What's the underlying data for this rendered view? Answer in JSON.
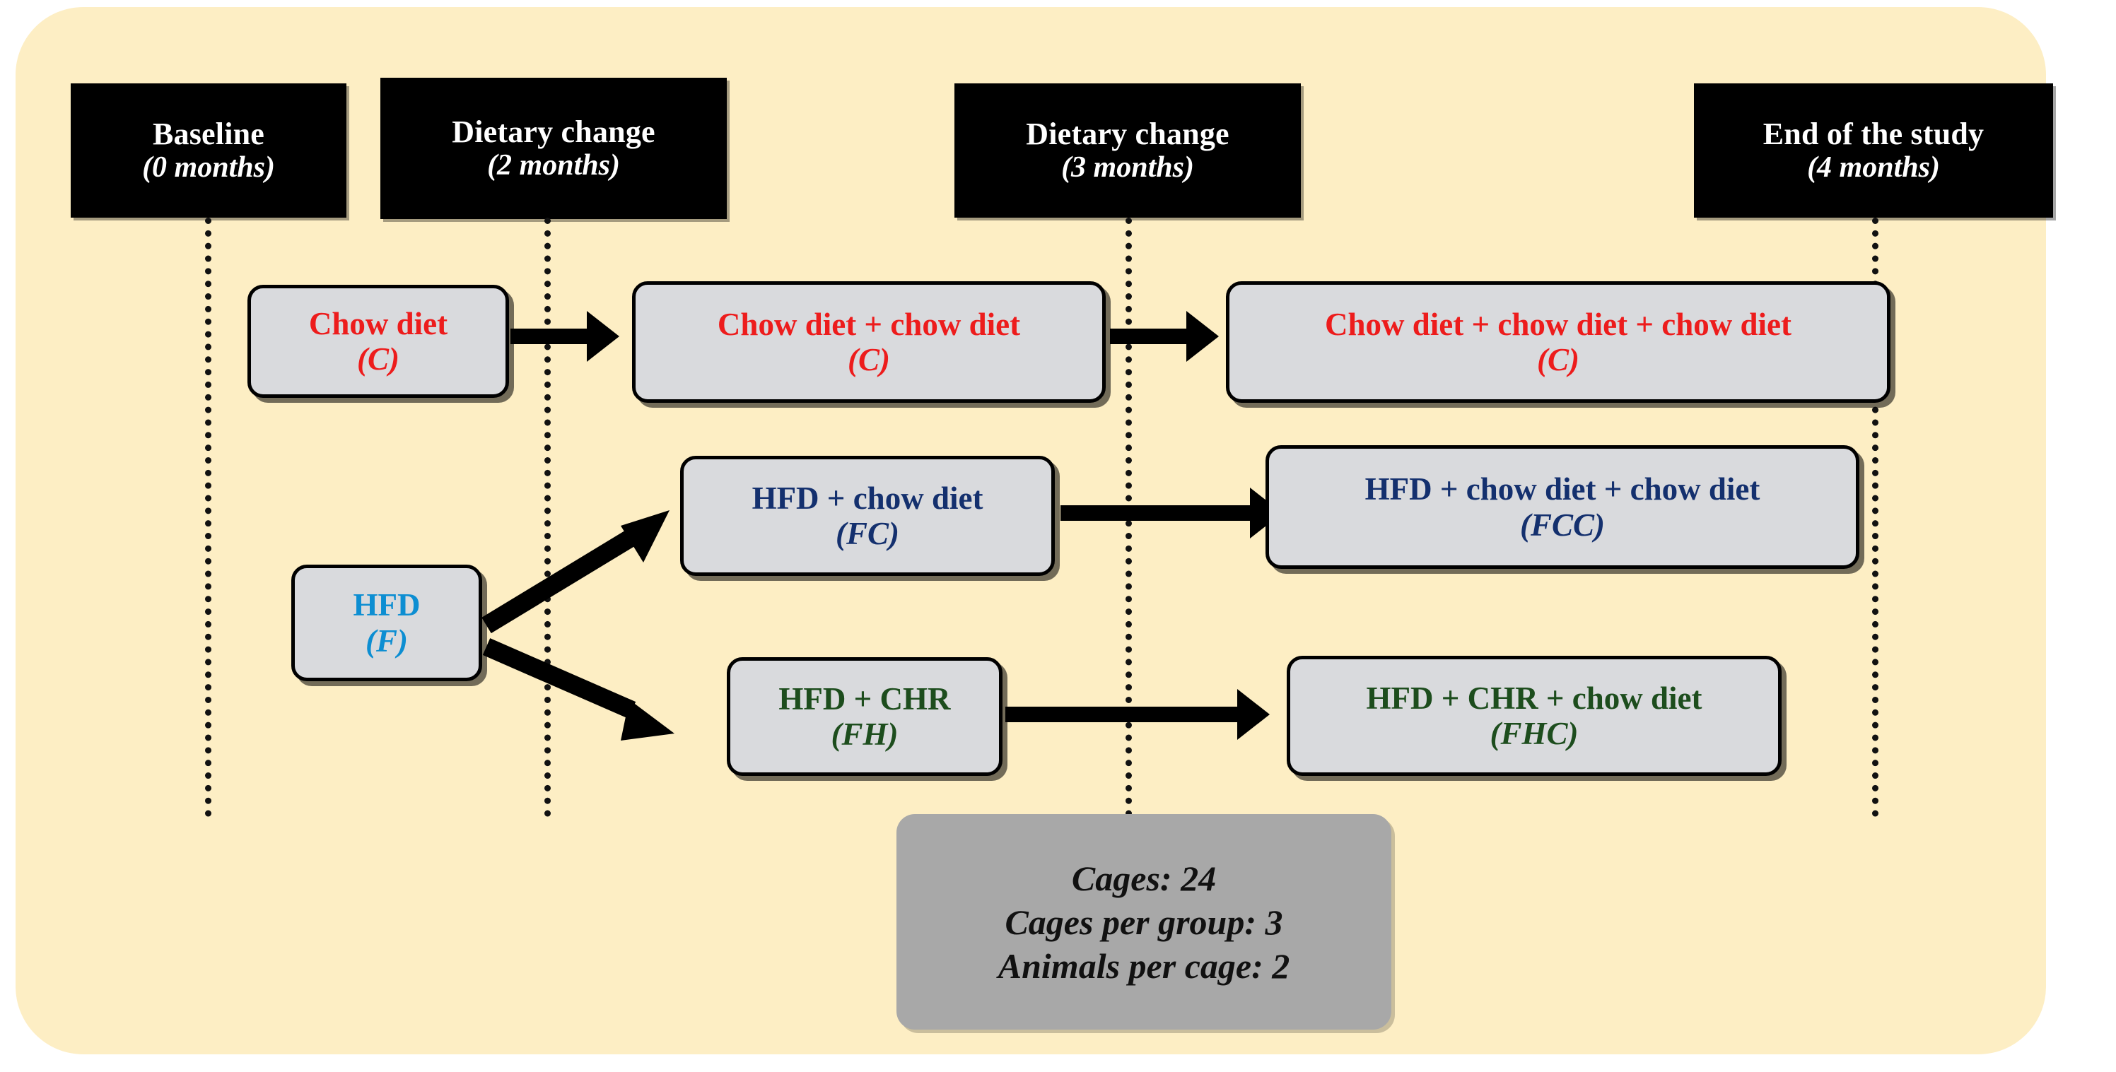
{
  "card": {
    "background": "#fdeec4"
  },
  "timeline": {
    "markers": [
      {
        "title": "Baseline",
        "subtitle": "(0 months)"
      },
      {
        "title": "Dietary change",
        "subtitle": "(2 months)"
      },
      {
        "title": "Dietary change",
        "subtitle": "(3 months)"
      },
      {
        "title": "End of the study",
        "subtitle": "(4 months)"
      }
    ]
  },
  "groups": {
    "chow": {
      "color": "#ed1c1c",
      "stage1_label": "Chow diet",
      "stage1_code": "(C)",
      "stage2_label": "Chow diet + chow diet",
      "stage2_code": "(C)",
      "stage3_label": "Chow diet + chow diet + chow diet",
      "stage3_code": "(C)"
    },
    "hfd": {
      "color": "#0d8ed2",
      "stage1_label": "HFD",
      "stage1_code": "(F)"
    },
    "fc": {
      "color": "#14306e",
      "stage2_label": "HFD + chow diet",
      "stage2_code": "(FC)",
      "stage3_label": "HFD + chow diet + chow diet",
      "stage3_code": "(FCC)"
    },
    "fh": {
      "color": "#1d4d1d",
      "stage2_label": "HFD + CHR",
      "stage2_code": "(FH)",
      "stage3_label": "HFD + CHR + chow diet",
      "stage3_code": "(FHC)"
    }
  },
  "notes": {
    "line1": "Cages: 24",
    "line2": "Cages per group: 3",
    "line3": "Animals per cage: 2"
  }
}
